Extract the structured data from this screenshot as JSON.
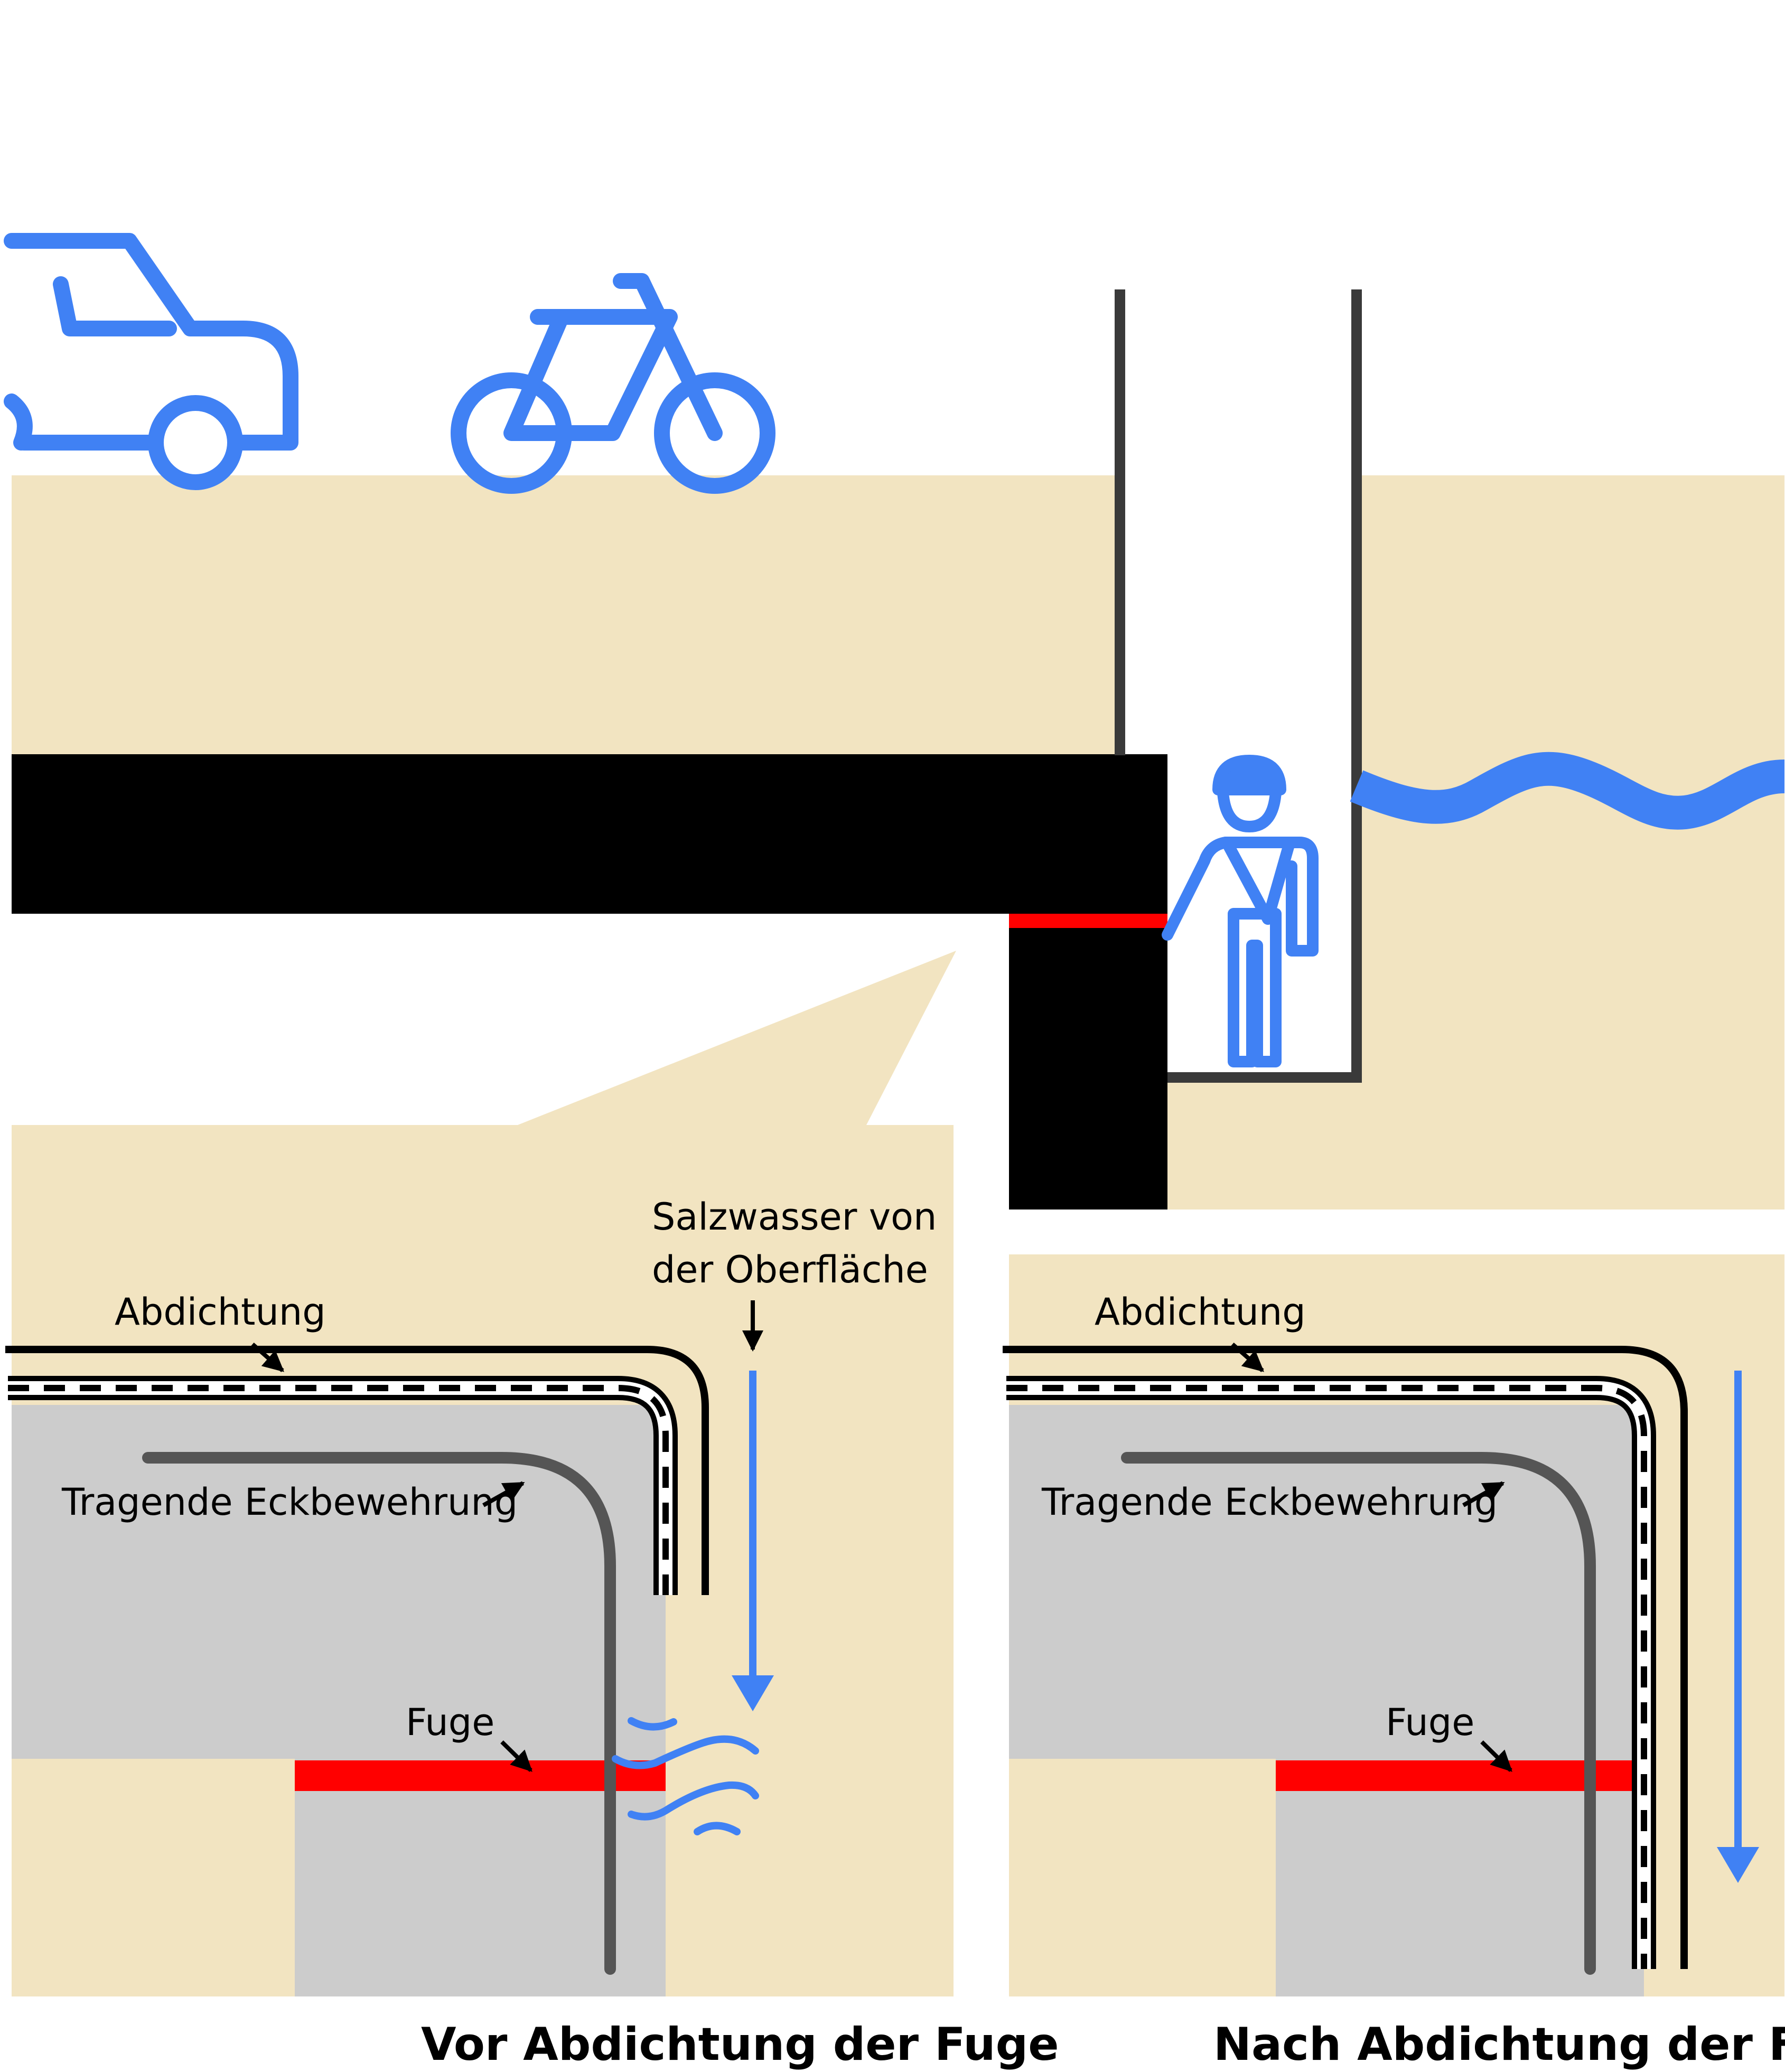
{
  "colors": {
    "soil": "#f2e4c1",
    "concrete": "#cccccc",
    "black": "#000000",
    "joint": "#ff0000",
    "water": "#4081f4",
    "wall": "#3a3a3a",
    "rebar": "#555555"
  },
  "icons": {
    "car": "car-icon",
    "bicycle": "bicycle-icon",
    "worker": "worker-icon",
    "water_wave": "water-wave-icon"
  },
  "labels": {
    "saltwater_line1": "Salzwasser von",
    "saltwater_line2": "der Oberfläche",
    "sealing_left": "Abdichtung",
    "rebar_left": "Tragende Eckbewehrung",
    "joint_left": "Fuge",
    "sealing_right": "Abdichtung",
    "rebar_right": "Tragende Eckbewehrung",
    "joint_right": "Fuge"
  },
  "captions": {
    "before": "Vor Abdichtung der Fuge",
    "after": "Nach Abdichtung der Fuge"
  }
}
